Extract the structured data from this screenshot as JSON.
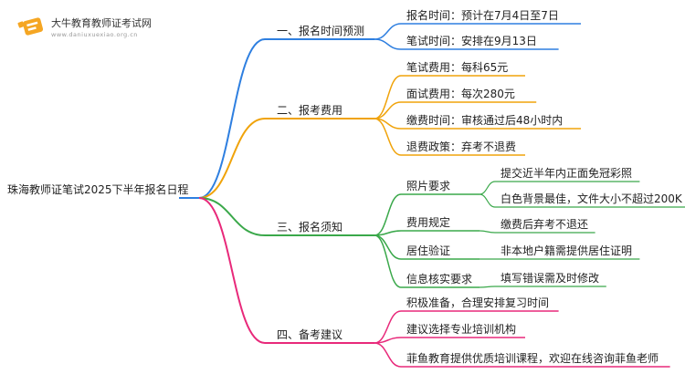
{
  "brand": {
    "name": "大牛教育教师证考试网",
    "url": "www.daniuxuexiao.org.cn"
  },
  "root": {
    "label": "珠海教师证笔试2025下半年报名日程"
  },
  "colors": {
    "blue": "#2e7fe0",
    "orange": "#f0a30a",
    "green": "#3aa84a",
    "pink": "#e8297a",
    "root_line": "#2e7fe0"
  },
  "branches": [
    {
      "label": "一、报名时间预测",
      "color": "blue",
      "items": [
        {
          "label": "报名时间：预计在7月4日至7日"
        },
        {
          "label": "笔试时间：安排在9月13日"
        }
      ]
    },
    {
      "label": "二、报考费用",
      "color": "orange",
      "items": [
        {
          "label": "笔试费用：每科65元"
        },
        {
          "label": "面试费用：每次280元"
        },
        {
          "label": "缴费时间：审核通过后48小时内"
        },
        {
          "label": "退费政策：弃考不退费"
        }
      ]
    },
    {
      "label": "三、报名须知",
      "color": "green",
      "items": [
        {
          "label": "照片要求",
          "children": [
            "提交近半年内正面免冠彩照",
            "白色背景最佳，文件大小不超过200K"
          ]
        },
        {
          "label": "费用规定",
          "children": [
            "缴费后弃考不退还"
          ]
        },
        {
          "label": "居住验证",
          "children": [
            "非本地户籍需提供居住证明"
          ]
        },
        {
          "label": "信息核实要求",
          "children": [
            "填写错误需及时修改"
          ]
        }
      ]
    },
    {
      "label": "四、备考建议",
      "color": "pink",
      "items": [
        {
          "label": "积极准备，合理安排复习时间"
        },
        {
          "label": "建议选择专业培训机构"
        },
        {
          "label": "菲鱼教育提供优质培训课程，欢迎在线咨询菲鱼老师"
        }
      ]
    }
  ]
}
